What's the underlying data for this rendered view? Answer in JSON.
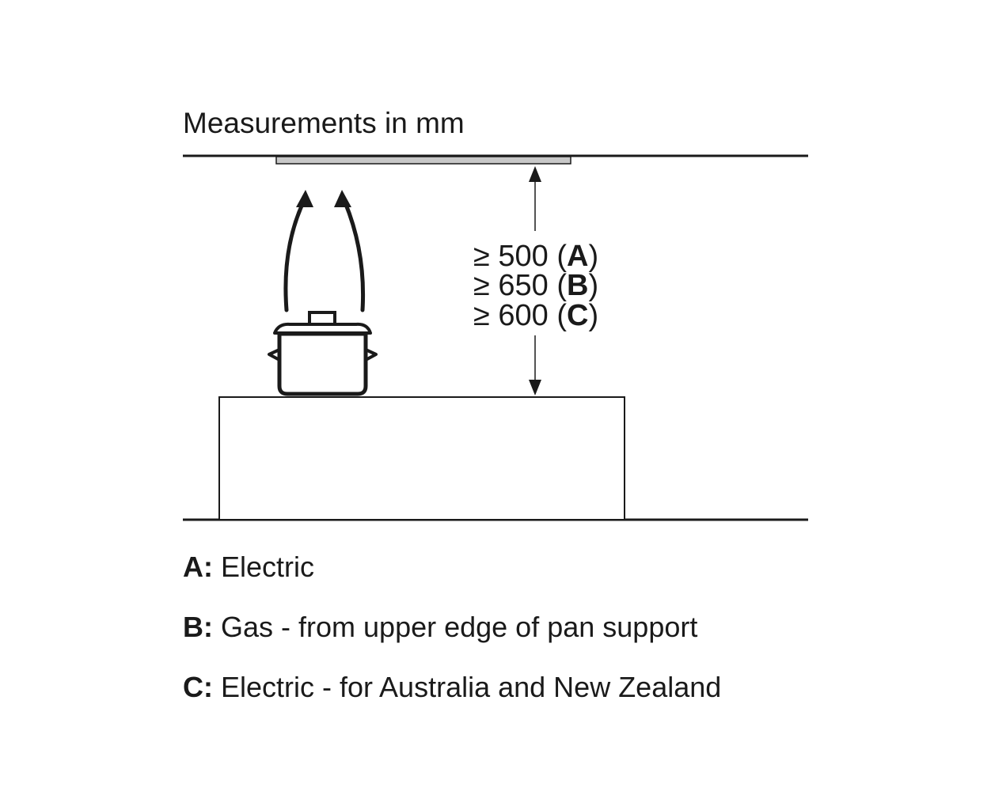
{
  "title": "Measurements in mm",
  "dimension_lines": [
    {
      "prefix": "≥ 500 (",
      "key": "A",
      "suffix": ")"
    },
    {
      "prefix": "≥ 650 (",
      "key": "B",
      "suffix": ")"
    },
    {
      "prefix": "≥ 600 (",
      "key": "C",
      "suffix": ")"
    }
  ],
  "legend": [
    {
      "key": "A:",
      "text": " Electric"
    },
    {
      "key": "B:",
      "text": " Gas - from upper edge of pan support"
    },
    {
      "key": "C:",
      "text": " Electric - for Australia and New Zealand"
    }
  ],
  "colors": {
    "line": "#1a1a1a",
    "hood": "#c8c8c8",
    "background": "#ffffff"
  }
}
